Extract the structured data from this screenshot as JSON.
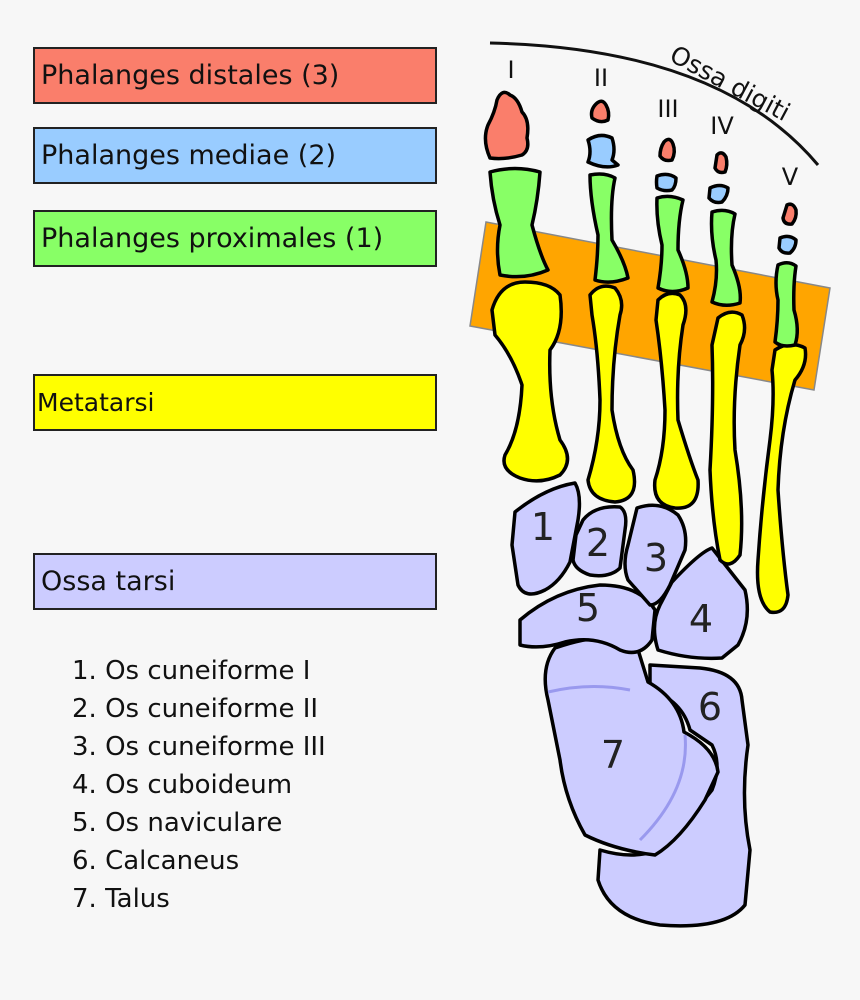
{
  "legend": [
    {
      "label": "Phalanges distales (3)",
      "color": "#fa7e6b"
    },
    {
      "label": "Phalanges mediae (2)",
      "color": "#99ccff"
    },
    {
      "label": "Phalanges proximales (1)",
      "color": "#88ff66"
    },
    {
      "label": "Metatarsi",
      "color": "#ffff00"
    },
    {
      "label": "Ossa tarsi",
      "color": "#ccccff"
    }
  ],
  "key": [
    "1. Os cuneiforme I",
    "2. Os cuneiforme II",
    "3. Os cuneiforme III",
    "4. Os cuboideum",
    "5. Os naviculare",
    "6. Calcaneus",
    "7. Talus"
  ],
  "diagram": {
    "ossa_digiti_label": "Ossa digiti",
    "toe_numerals": [
      "I",
      "II",
      "III",
      "IV",
      "V"
    ],
    "tarsal_numbers": [
      "1",
      "2",
      "3",
      "4",
      "5",
      "6",
      "7"
    ],
    "colors": {
      "distal": "#fa7e6b",
      "middle": "#99ccff",
      "proximal": "#88ff66",
      "metatarsal": "#ffff00",
      "tarsal": "#ccccff",
      "band": "#ffa500"
    }
  }
}
